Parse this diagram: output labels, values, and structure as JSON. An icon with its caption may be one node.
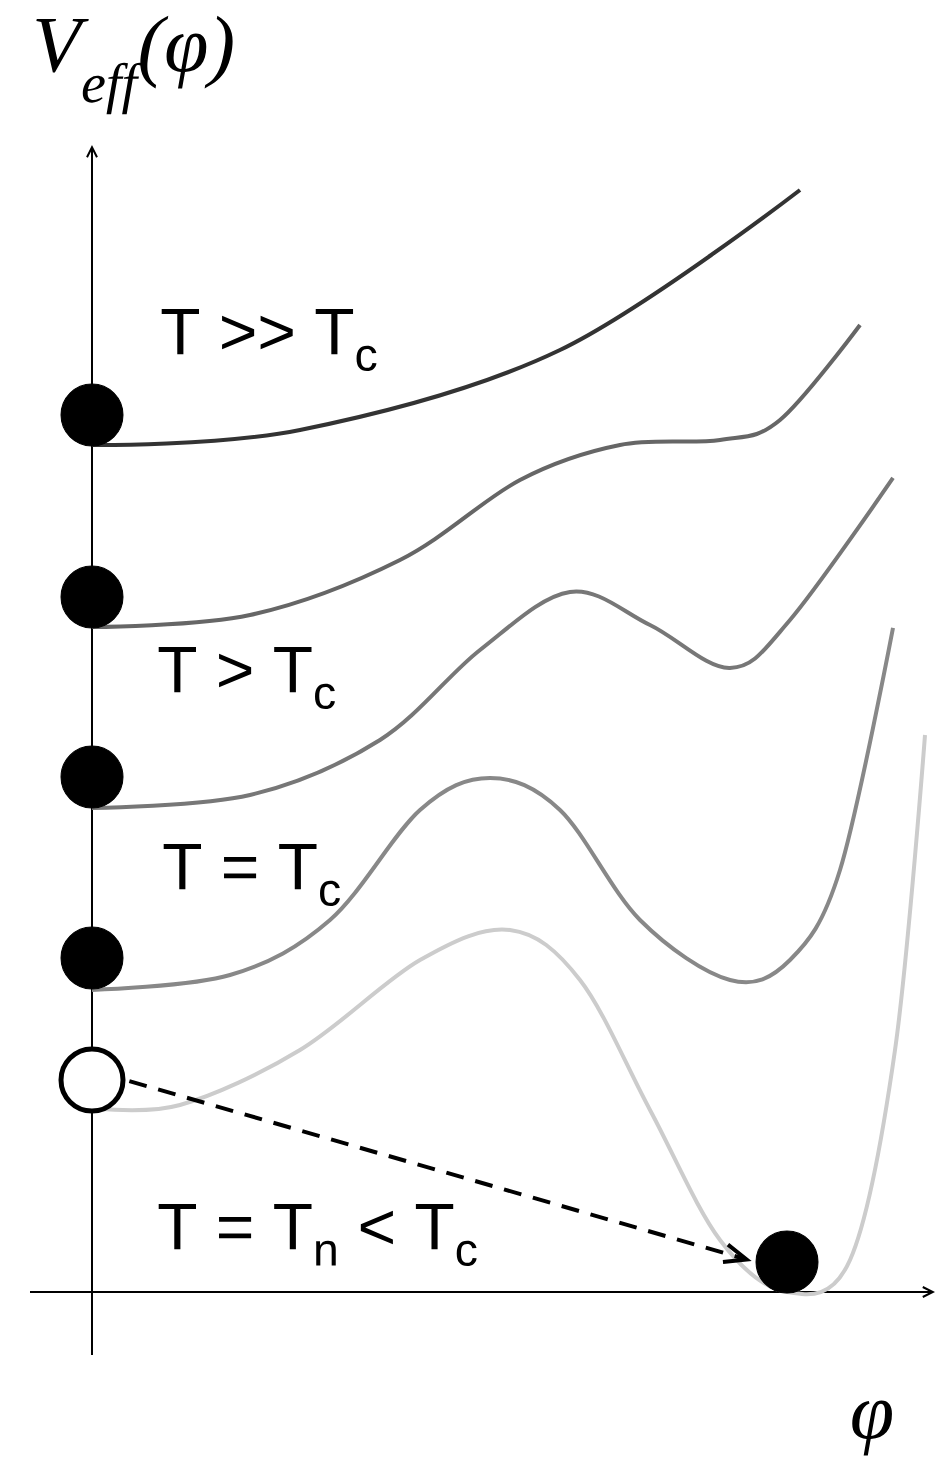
{
  "diagram": {
    "nodes": [
      {
        "text": [],
        "shape": "circle"
      },
      {
        "text": [],
        "shape": "circle"
      },
      {
        "text": [],
        "shape": "circle"
      },
      {
        "text": [],
        "shape": "circle"
      },
      {
        "text": [],
        "shape": "circle"
      },
      {
        "text": [],
        "shape": "circle"
      }
    ],
    "edges": [
      {
        "from": 4,
        "to": 5,
        "arrow": "to",
        "style": "dashed"
      }
    ],
    "labels": [
      "V$_{eff}$(φ)",
      "T >> T$_{c}$",
      "T > T$_{c}$",
      "T = T$_{c}$",
      "T = T$_{n}$ <  T$_{c}$",
      "φ"
    ]
  }
}
